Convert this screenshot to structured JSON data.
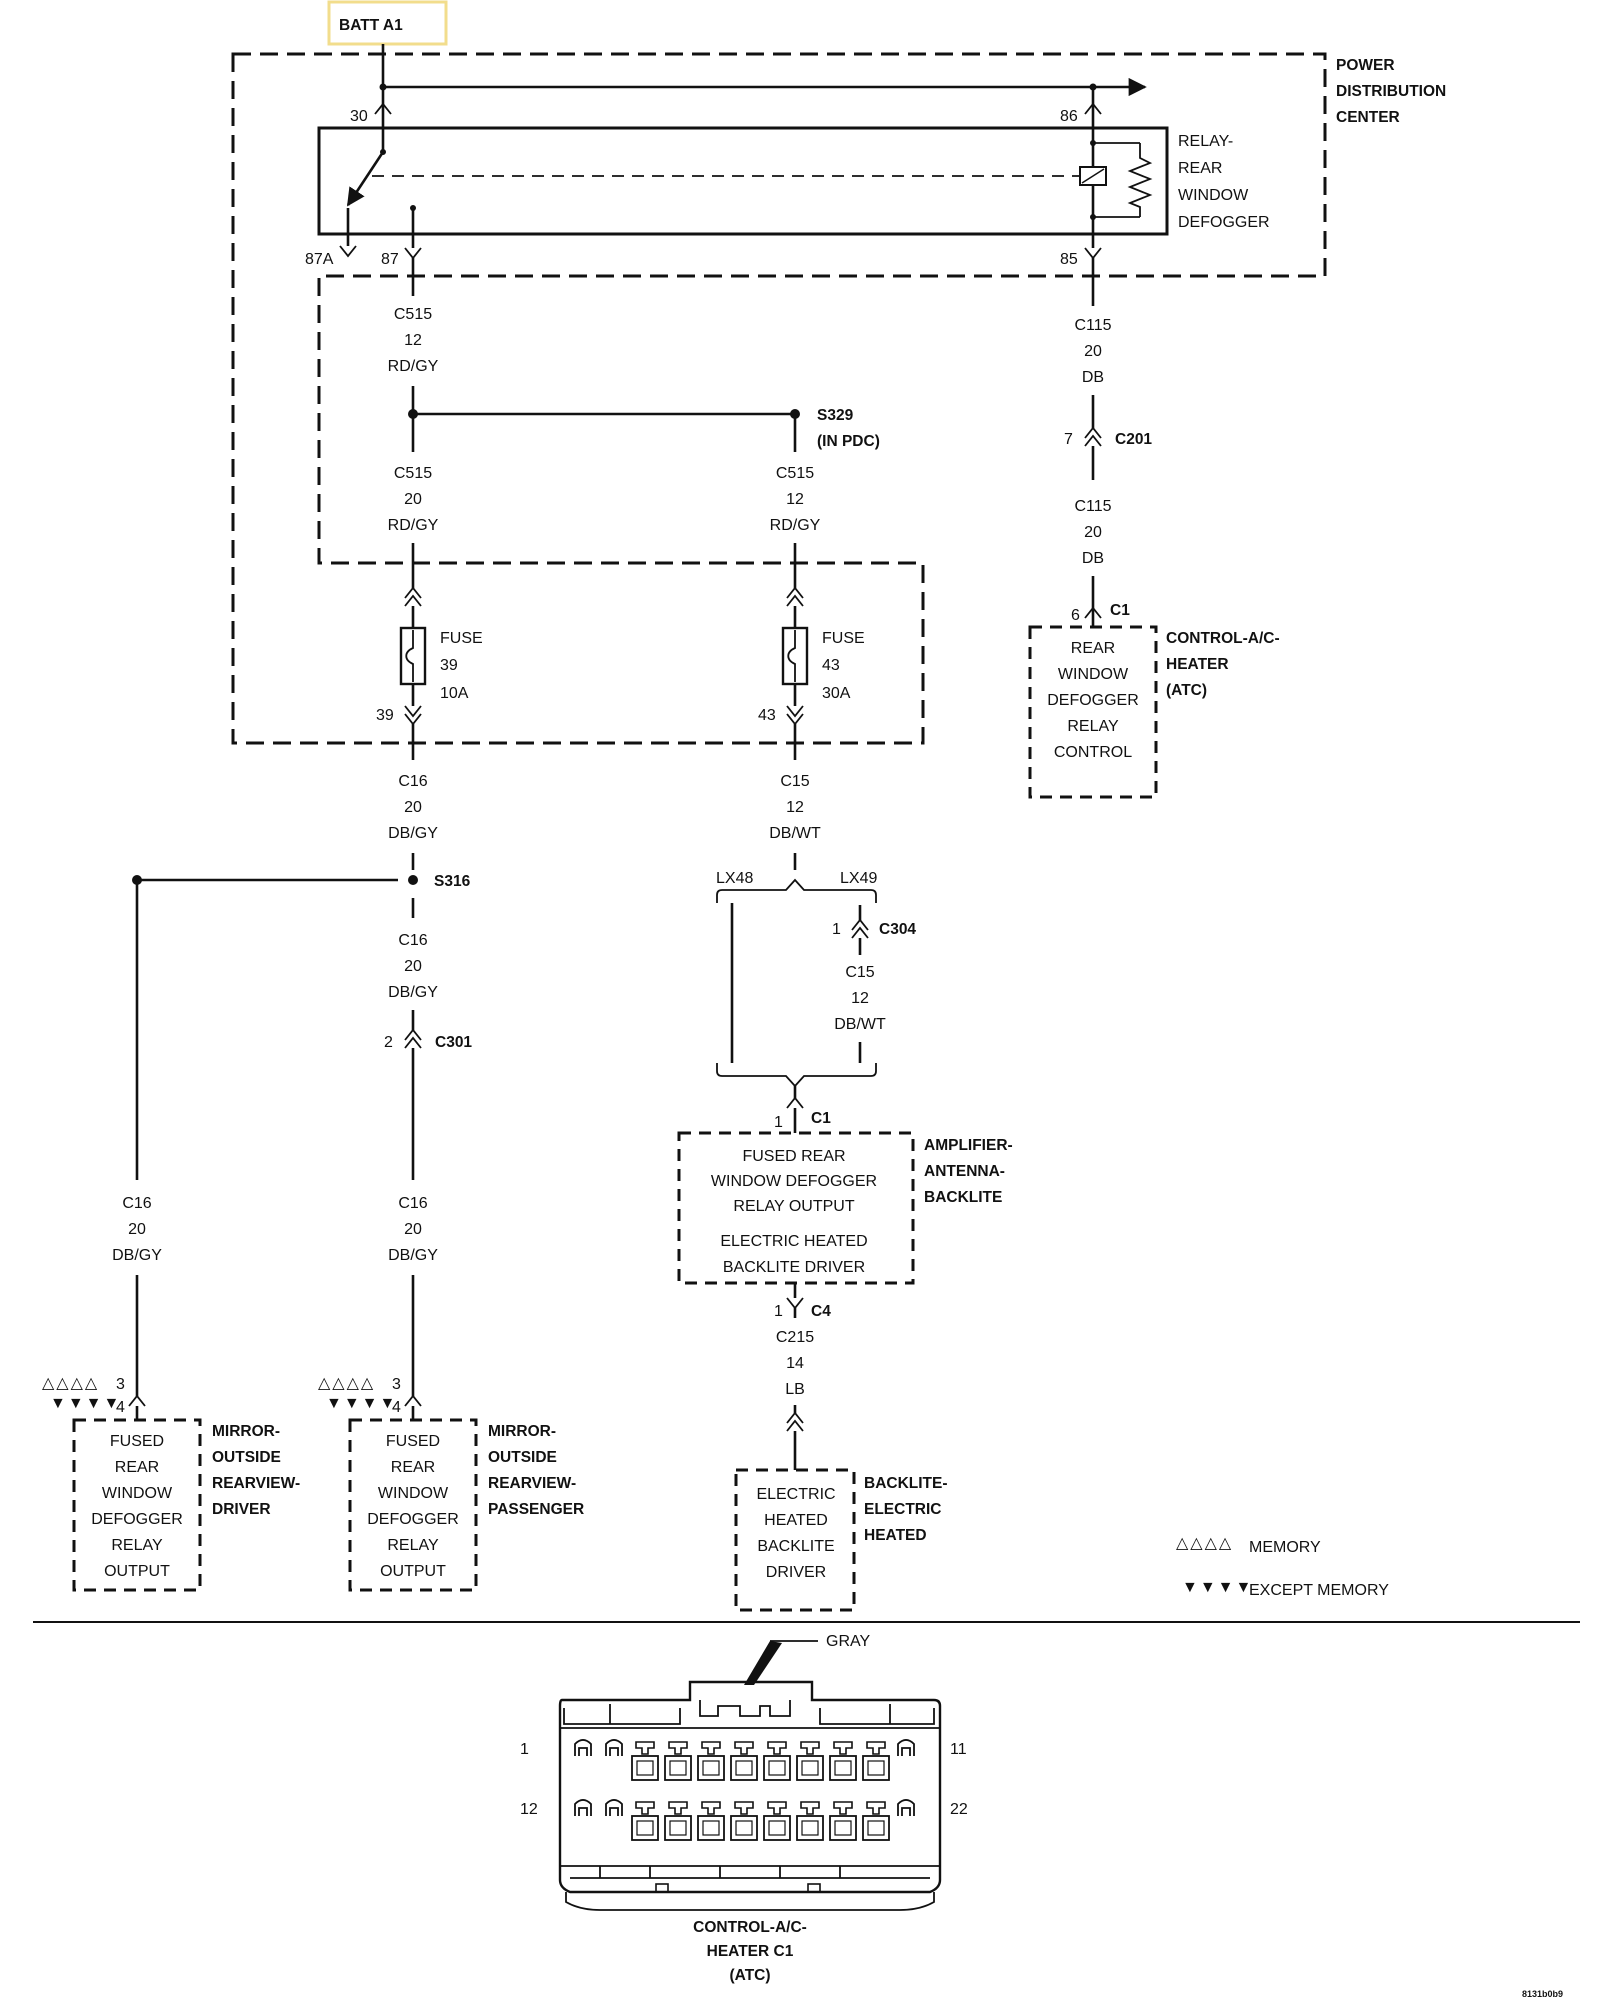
{
  "battery": {
    "label": "BATT A1",
    "highlight_color": "#f2dd8c"
  },
  "pdc": {
    "title": [
      "POWER",
      "DISTRIBUTION",
      "CENTER"
    ]
  },
  "relay": {
    "title": [
      "RELAY-",
      "REAR",
      "WINDOW",
      "DEFOGGER"
    ],
    "pins": {
      "p30": "30",
      "p86": "86",
      "p87a": "87A",
      "p87": "87",
      "p85": "85"
    }
  },
  "wires": {
    "w87_top": [
      "C515",
      "12",
      "RD/GY"
    ],
    "w85": [
      "C115",
      "20",
      "DB"
    ],
    "w_c201_below": [
      "C115",
      "20",
      "DB"
    ],
    "w_left_pdc": [
      "C515",
      "20",
      "RD/GY"
    ],
    "w_right_pdc": [
      "C515",
      "12",
      "RD/GY"
    ],
    "w_fuse39_out": [
      "C16",
      "20",
      "DB/GY"
    ],
    "w_fuse43_out": [
      "C15",
      "12",
      "DB/WT"
    ],
    "w_s316_below": [
      "C16",
      "20",
      "DB/GY"
    ],
    "w_c304_below": [
      "C15",
      "12",
      "DB/WT"
    ],
    "w_driver": [
      "C16",
      "20",
      "DB/GY"
    ],
    "w_pass": [
      "C16",
      "20",
      "DB/GY"
    ],
    "w_c4_below": [
      "C215",
      "14",
      "LB"
    ]
  },
  "splices": {
    "s329": [
      "S329",
      "(IN PDC)"
    ],
    "s316": "S316"
  },
  "connectors": {
    "c201": {
      "pin": "7",
      "name": "C201"
    },
    "c1_hvac": {
      "pin": "6",
      "name": "C1"
    },
    "c301": {
      "pin": "2",
      "name": "C301"
    },
    "c304": {
      "pin": "1",
      "name": "C304"
    },
    "c1_amp": {
      "pin": "1",
      "name": "C1"
    },
    "c4_amp": {
      "pin": "1",
      "name": "C4"
    },
    "mirror_driver": {
      "pin_mem": "3",
      "pin_exc": "4"
    },
    "mirror_pass": {
      "pin_mem": "3",
      "pin_exc": "4"
    }
  },
  "fuses": {
    "f39": {
      "label": [
        "FUSE",
        "39",
        "10A"
      ],
      "pin": "39"
    },
    "f43": {
      "label": [
        "FUSE",
        "43",
        "30A"
      ],
      "pin": "43"
    }
  },
  "branches": {
    "left": "LX48",
    "right": "LX49"
  },
  "components": {
    "hvac": {
      "inner": [
        "REAR",
        "WINDOW",
        "DEFOGGER",
        "RELAY",
        "CONTROL"
      ],
      "title": [
        "CONTROL-A/C-",
        "HEATER",
        "(ATC)"
      ]
    },
    "amplifier": {
      "inner": [
        "FUSED REAR",
        "WINDOW DEFOGGER",
        "RELAY OUTPUT",
        "ELECTRIC HEATED",
        "BACKLITE DRIVER"
      ],
      "title": [
        "AMPLIFIER-",
        "ANTENNA-",
        "BACKLITE"
      ]
    },
    "mirror_driver": {
      "inner": [
        "FUSED",
        "REAR",
        "WINDOW",
        "DEFOGGER",
        "RELAY",
        "OUTPUT"
      ],
      "title": [
        "MIRROR-",
        "OUTSIDE",
        "REARVIEW-",
        "DRIVER"
      ]
    },
    "mirror_pass": {
      "inner": [
        "FUSED",
        "REAR",
        "WINDOW",
        "DEFOGGER",
        "RELAY",
        "OUTPUT"
      ],
      "title": [
        "MIRROR-",
        "OUTSIDE",
        "REARVIEW-",
        "PASSENGER"
      ]
    },
    "backlite": {
      "inner": [
        "ELECTRIC",
        "HEATED",
        "BACKLITE",
        "DRIVER"
      ],
      "title": [
        "BACKLITE-",
        "ELECTRIC",
        "HEATED"
      ]
    }
  },
  "legend": {
    "memory_symbol": "△△△△",
    "memory_label": "MEMORY",
    "except_symbol": "▼▼▼▼",
    "except_label": "EXCEPT MEMORY"
  },
  "connector_view": {
    "color_label": "GRAY",
    "pin_top_left": "1",
    "pin_top_right": "11",
    "pin_bottom_left": "12",
    "pin_bottom_right": "22",
    "caption": [
      "CONTROL-A/C-",
      "HEATER C1",
      "(ATC)"
    ]
  },
  "figure_id": "8131b0b9"
}
